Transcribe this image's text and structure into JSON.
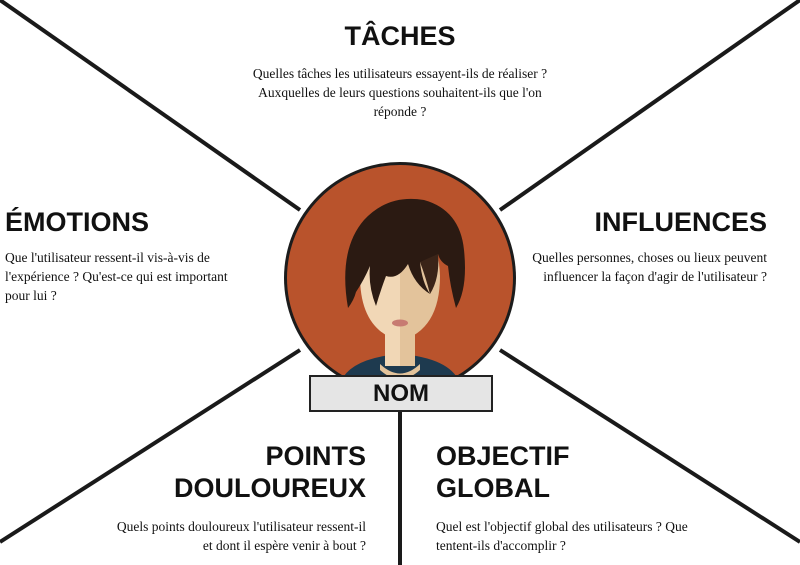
{
  "center_label": "NOM",
  "sections": {
    "taches": {
      "title": "TÂCHES",
      "description": "Quelles tâches les utilisateurs essayent-ils de réaliser ? Auxquelles de leurs questions souhaitent-ils que l'on réponde ?"
    },
    "emotions": {
      "title": "ÉMOTIONS",
      "description": "Que l'utilisateur ressent-il vis-à-vis de l'expérience ? Qu'est-ce qui est important pour lui ?"
    },
    "influences": {
      "title": "INFLUENCES",
      "description": "Quelles personnes, choses ou lieux peuvent influencer la façon d'agir de l'utilisateur ?"
    },
    "points_douloureux": {
      "title": "POINTS\nDOULOUREUX",
      "description": "Quels points douloureux l'utilisateur ressent-il et dont il espère venir à bout ?"
    },
    "objectif_global": {
      "title": "OBJECTIF\nGLOBAL",
      "description": "Quel est l'objectif global des utilisateurs ? Que tentent-ils d'accomplir ?"
    }
  },
  "colors": {
    "circle": "#b9532c",
    "circle_border": "#1c1c1c",
    "hair": "#2b1a12",
    "skin_light": "#f1d7b6",
    "skin_dark": "#e3c39b",
    "shirt": "#1e3a4f",
    "label_bg": "#e5e5e5"
  },
  "icons": {
    "avatar": "person-avatar-icon"
  }
}
